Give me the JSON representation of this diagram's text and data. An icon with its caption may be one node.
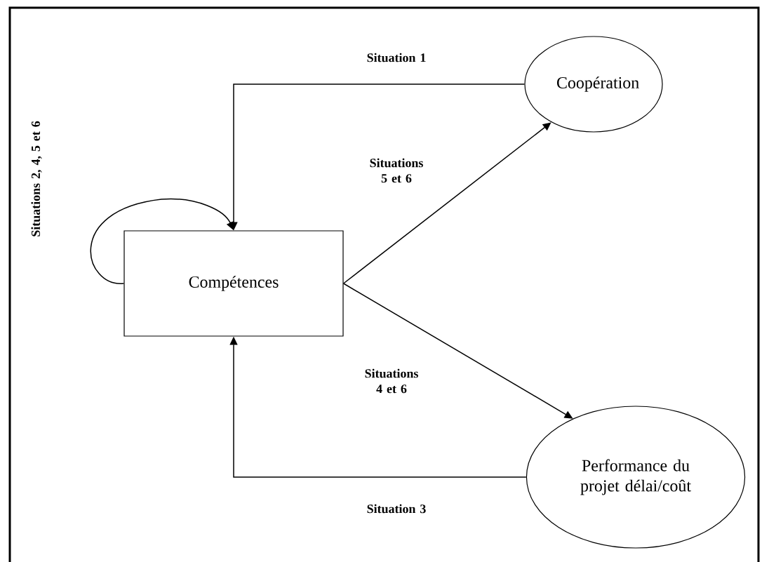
{
  "diagram": {
    "nodes": [
      {
        "text": [
          "Compétences"
        ]
      },
      {
        "text": [
          "Coopération"
        ]
      },
      {
        "text": [
          "Performance du projet délai/coût"
        ]
      }
    ],
    "edges": [
      {
        "from": 1,
        "to": 0,
        "arrow": "to",
        "label": "Situation 1"
      },
      {
        "from": 0,
        "to": 1,
        "arrow": "to",
        "label": "Situations 5 et 6"
      },
      {
        "from": 0,
        "to": 0,
        "arrow": "to",
        "label": "Situations 2, 4, 5 et 6"
      },
      {
        "from": 0,
        "to": 2,
        "arrow": "to",
        "label": "Situations 4 et 6"
      },
      {
        "from": 2,
        "to": 0,
        "arrow": "to",
        "label": "Situation 3"
      }
    ]
  }
}
